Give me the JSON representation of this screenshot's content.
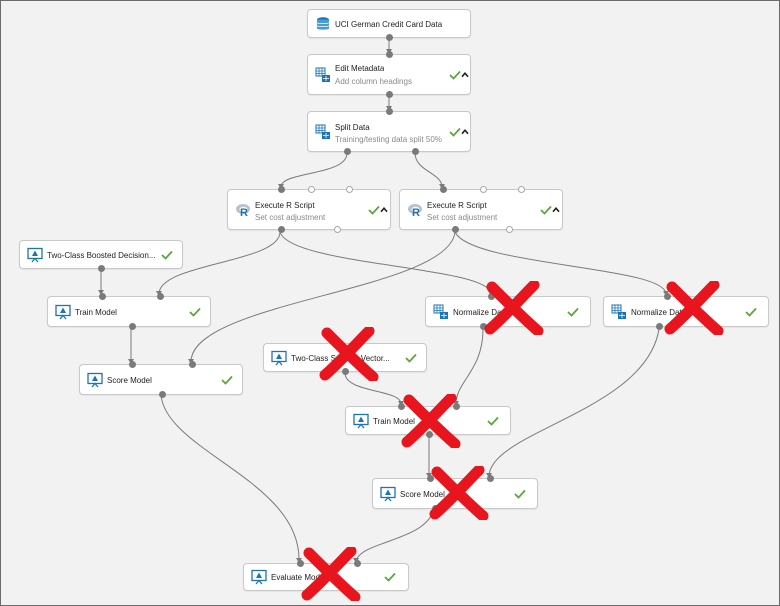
{
  "colors": {
    "background": "#f2f2f2",
    "edge": "#7a7a7a",
    "check": "#5aa63a",
    "cross": "#e8141e",
    "icon_blue": "#1c74b4"
  },
  "nodes": {
    "uci": {
      "title": "UCI German Credit Card Data",
      "icon": "dataset-icon"
    },
    "edit": {
      "title": "Edit Metadata",
      "sub": "Add column headings",
      "icon": "table-transform-icon"
    },
    "split": {
      "title": "Split Data",
      "sub": "Training/testing data split 50%",
      "icon": "table-transform-icon"
    },
    "r1": {
      "title": "Execute R Script",
      "sub": "Set cost adjustment",
      "icon": "r-language-icon"
    },
    "r2": {
      "title": "Execute R Script",
      "sub": "Set cost adjustment",
      "icon": "r-language-icon"
    },
    "boosted": {
      "title": "Two-Class Boosted Decision...",
      "icon": "model-icon"
    },
    "train1": {
      "title": "Train Model",
      "icon": "model-icon"
    },
    "norm1": {
      "title": "Normalize Data",
      "icon": "table-transform-icon"
    },
    "norm2": {
      "title": "Normalize Data",
      "icon": "table-transform-icon"
    },
    "svm": {
      "title": "Two-Class Support Vector...",
      "icon": "model-icon"
    },
    "score1": {
      "title": "Score Model",
      "icon": "model-icon"
    },
    "train2": {
      "title": "Train Model",
      "icon": "model-icon"
    },
    "score2": {
      "title": "Score Model",
      "icon": "model-icon"
    },
    "evaluate": {
      "title": "Evaluate Model",
      "icon": "model-icon"
    }
  }
}
